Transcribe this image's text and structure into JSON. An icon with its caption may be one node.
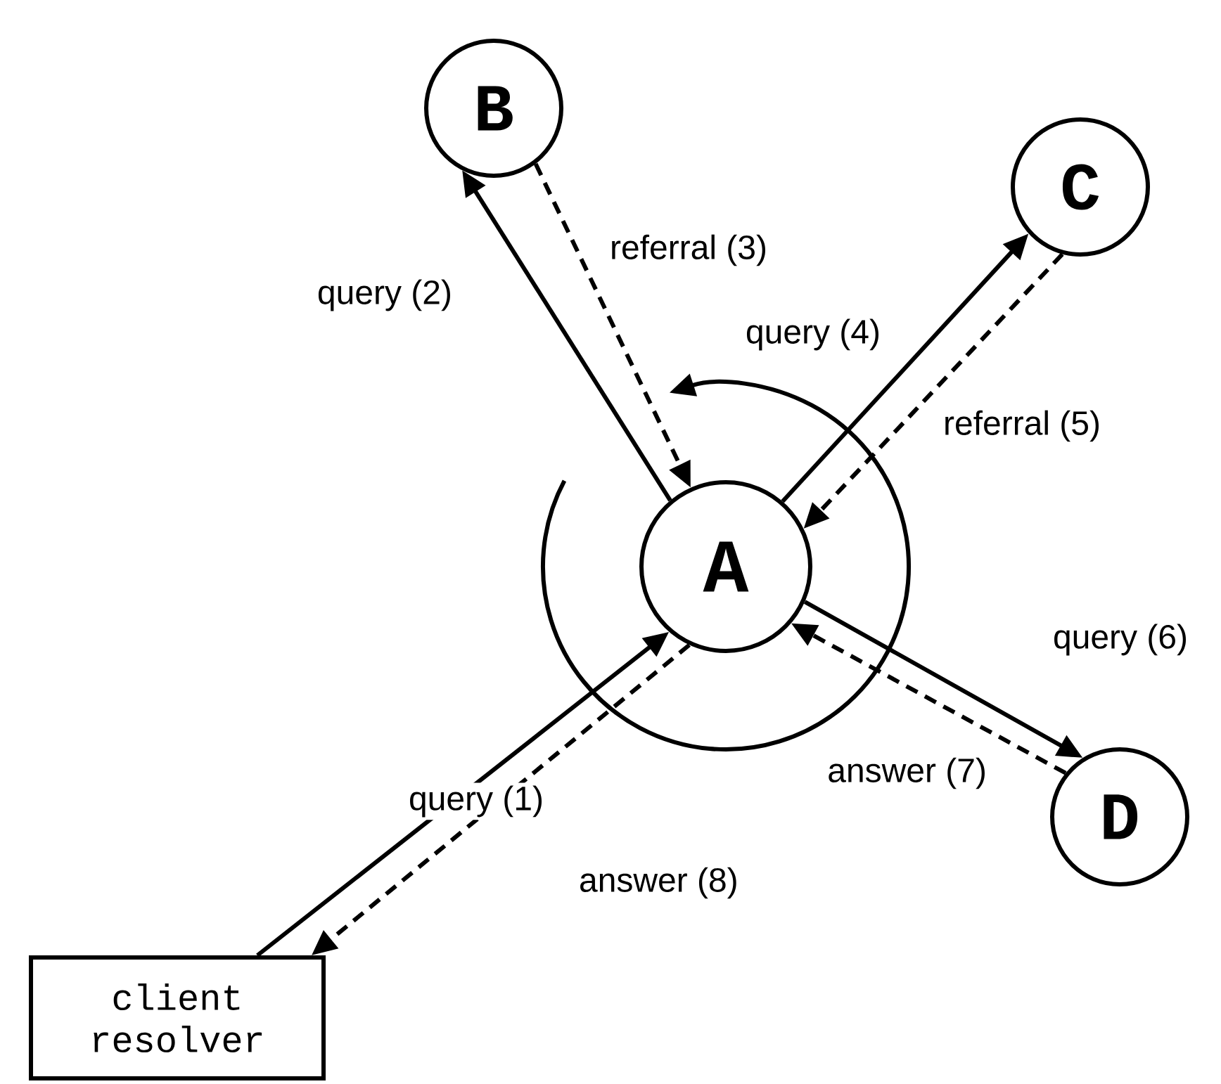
{
  "diagram": {
    "nodes": [
      {
        "text": [
          "client resolver"
        ]
      },
      {
        "text": [
          "A"
        ]
      },
      {
        "text": [
          "B"
        ]
      },
      {
        "text": [
          "C"
        ]
      },
      {
        "text": [
          "D"
        ]
      }
    ],
    "edges": [
      {
        "from": 0,
        "to": 1,
        "arrow": "to",
        "label": "query (1)"
      },
      {
        "from": 1,
        "to": 2,
        "arrow": "to",
        "label": "query (2)"
      },
      {
        "from": 2,
        "to": 1,
        "arrow": "to",
        "label": "referral (3)",
        "style": "dashed"
      },
      {
        "from": 1,
        "to": 3,
        "arrow": "to",
        "label": "query (4)"
      },
      {
        "from": 3,
        "to": 1,
        "arrow": "to",
        "label": "referral (5)",
        "style": "dashed"
      },
      {
        "from": 1,
        "to": 4,
        "arrow": "to",
        "label": "query (6)"
      },
      {
        "from": 4,
        "to": 1,
        "arrow": "to",
        "label": "answer (7)",
        "style": "dashed"
      },
      {
        "from": 1,
        "to": 0,
        "arrow": "to",
        "label": "answer (8)",
        "style": "dashed"
      }
    ]
  }
}
